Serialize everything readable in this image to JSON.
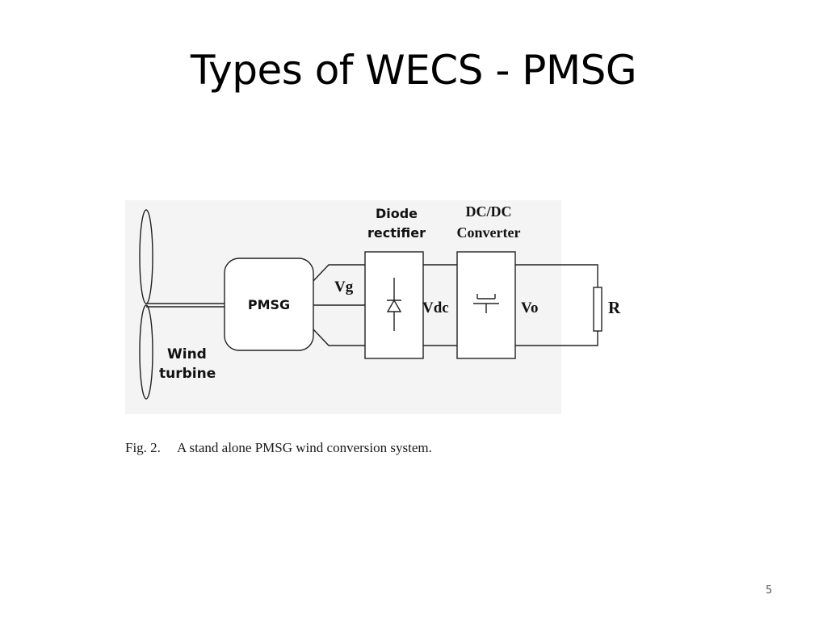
{
  "slide": {
    "title": "Types of WECS - PMSG",
    "page_number": "5"
  },
  "figure": {
    "labels": {
      "pmsg": "PMSG",
      "wind_turbine_line1": "Wind",
      "wind_turbine_line2": "turbine",
      "diode_line1": "Diode",
      "diode_line2": "rectifier",
      "dcdc_line1": "DC/DC",
      "dcdc_line2": "Converter",
      "vg": "Vg",
      "vdc": "Vdc",
      "vo": "Vo",
      "r": "R"
    },
    "caption": {
      "number": "Fig. 2.",
      "text": "A stand alone PMSG wind conversion system."
    }
  }
}
